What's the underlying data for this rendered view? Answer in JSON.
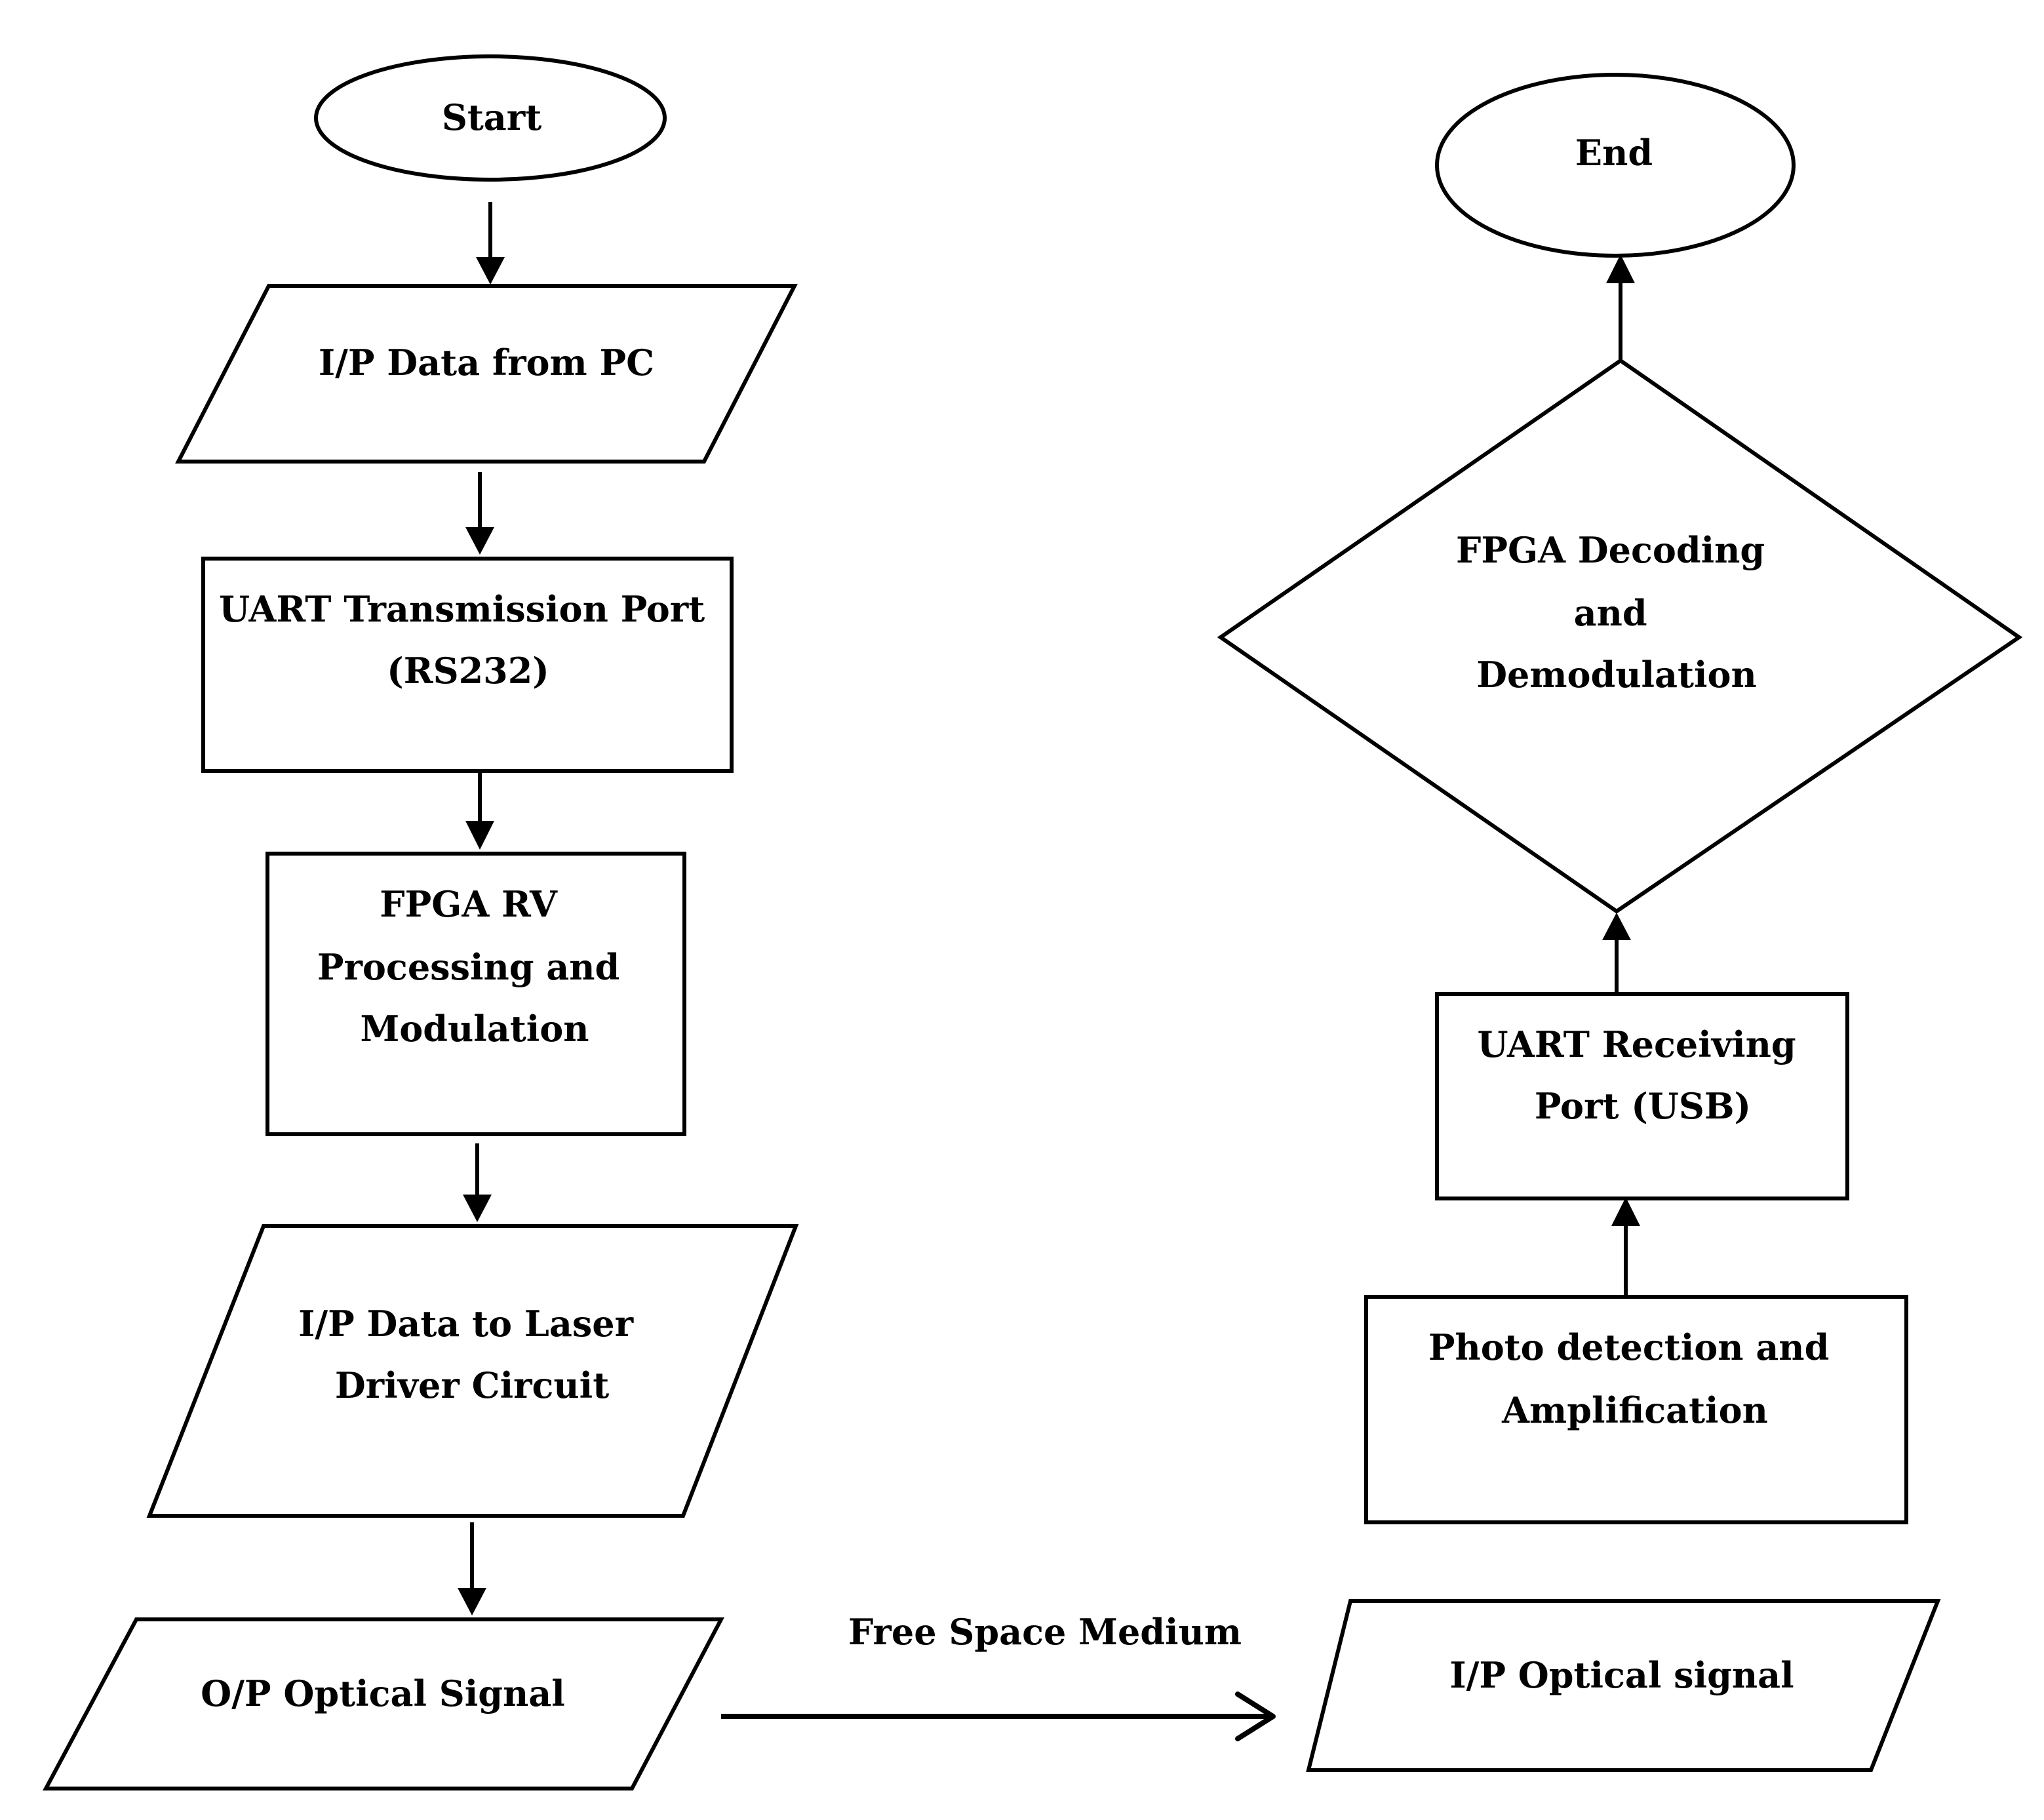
{
  "nodes": {
    "start": {
      "shape": "ellipse",
      "lines": [
        "Start"
      ]
    },
    "ip_data_pc": {
      "shape": "parallelogram",
      "lines": [
        "I/P Data from PC"
      ]
    },
    "uart_tx": {
      "shape": "rectangle",
      "lines": [
        "UART Transmission Port",
        "(RS232)"
      ]
    },
    "fpga_rv": {
      "shape": "rectangle",
      "lines": [
        "FPGA RV",
        "Processing and",
        "Modulation"
      ]
    },
    "ip_laser": {
      "shape": "parallelogram",
      "lines": [
        "I/P Data to Laser",
        "Driver Circuit"
      ]
    },
    "op_optical": {
      "shape": "parallelogram",
      "lines": [
        "O/P Optical Signal"
      ]
    },
    "ip_optical": {
      "shape": "parallelogram",
      "lines": [
        "I/P Optical signal"
      ]
    },
    "photo_det": {
      "shape": "rectangle",
      "lines": [
        "Photo detection and",
        "Amplification"
      ]
    },
    "uart_rx": {
      "shape": "rectangle",
      "lines": [
        "UART Receiving",
        "Port (USB)"
      ]
    },
    "fpga_decode": {
      "shape": "diamond",
      "lines": [
        "FPGA Decoding",
        "and",
        "Demodulation"
      ]
    },
    "end": {
      "shape": "ellipse",
      "lines": [
        "End"
      ]
    }
  },
  "edges": [
    {
      "from": "start",
      "to": "ip_data_pc"
    },
    {
      "from": "ip_data_pc",
      "to": "uart_tx"
    },
    {
      "from": "uart_tx",
      "to": "fpga_rv"
    },
    {
      "from": "fpga_rv",
      "to": "ip_laser"
    },
    {
      "from": "ip_laser",
      "to": "op_optical"
    },
    {
      "from": "op_optical",
      "to": "ip_optical",
      "label": "Free Space Medium"
    },
    {
      "from": "photo_det",
      "to": "uart_rx"
    },
    {
      "from": "uart_rx",
      "to": "fpga_decode"
    },
    {
      "from": "fpga_decode",
      "to": "end"
    }
  ]
}
